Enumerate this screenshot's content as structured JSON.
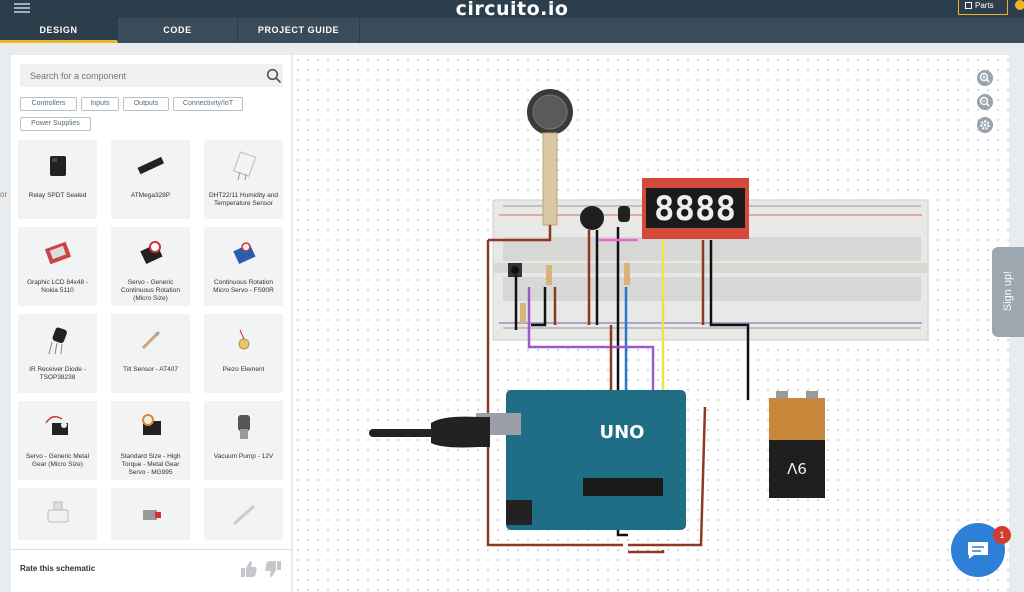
{
  "header": {
    "logo": "circuito.io",
    "parts_label": "Parts"
  },
  "tabs": [
    {
      "label": "DESIGN",
      "active": true
    },
    {
      "label": "CODE",
      "active": false
    },
    {
      "label": "PROJECT GUIDE",
      "active": false
    }
  ],
  "search": {
    "placeholder": "Search for a component"
  },
  "filters": [
    "Controllers",
    "Inputs",
    "Outputs",
    "Connectivity/IoT",
    "Power Supplies"
  ],
  "components": [
    {
      "label": "Relay SPDT Sealed",
      "icon": "relay-icon"
    },
    {
      "label": "ATMega328P",
      "icon": "chip-icon"
    },
    {
      "label": "DHT22/11 Humidity and Temperature Sensor",
      "icon": "sensor-icon"
    },
    {
      "label": "Graphic LCD 84x48 - Nokia 5110",
      "icon": "lcd-icon"
    },
    {
      "label": "Servo - Generic Continuous Rotation (Micro Size)",
      "icon": "servo-icon"
    },
    {
      "label": "Continuous Rotation Micro Servo - FS90R",
      "icon": "servo-icon"
    },
    {
      "label": "IR Receiver Diode - TSOP38238",
      "icon": "ir-icon"
    },
    {
      "label": "Tilt Sensor - AT407",
      "icon": "tilt-icon"
    },
    {
      "label": "Piezo Element",
      "icon": "piezo-icon"
    },
    {
      "label": "Servo - Generic Metal Gear (Micro Size)",
      "icon": "servo-icon"
    },
    {
      "label": "Standard Size - High Torque - Metal Gear Servo - MG995",
      "icon": "servo-icon"
    },
    {
      "label": "Vacuum Pump - 12V",
      "icon": "pump-icon"
    },
    {
      "label": "",
      "icon": "valve-icon"
    },
    {
      "label": "",
      "icon": "motor-icon"
    },
    {
      "label": "",
      "icon": "rod-icon"
    }
  ],
  "rate": {
    "label": "Rate this schematic"
  },
  "canvas": {
    "display_text": "8888",
    "arduino_label": "UNO",
    "battery_label": "9V"
  },
  "signup": {
    "label": "Sign up!"
  },
  "chat": {
    "badge": "1"
  }
}
